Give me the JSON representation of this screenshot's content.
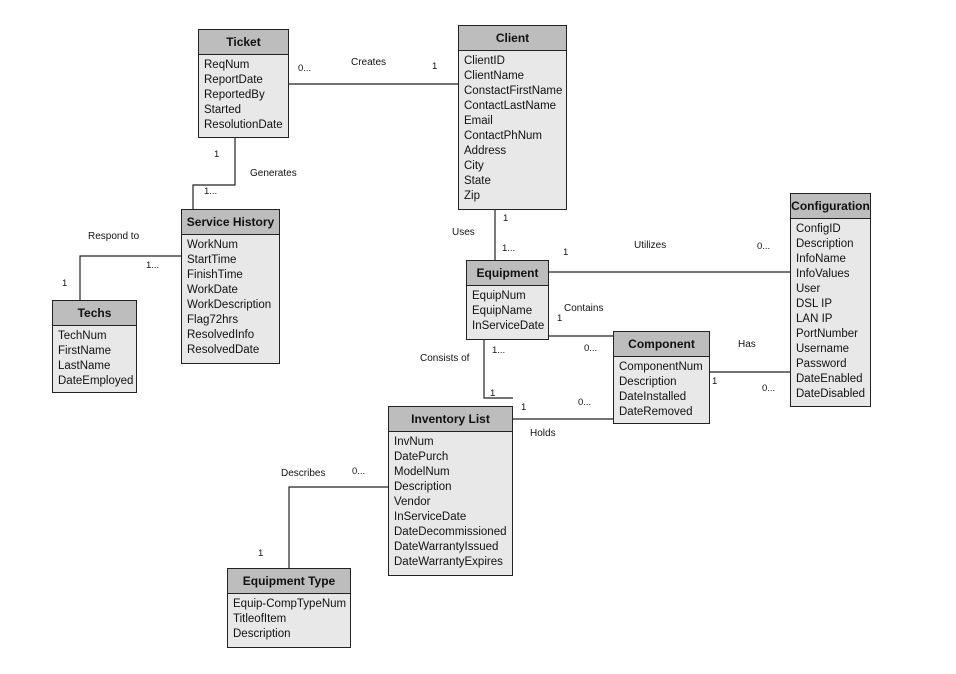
{
  "entities": {
    "ticket": {
      "title": "Ticket",
      "attrs": [
        "ReqNum",
        "ReportDate",
        "ReportedBy",
        "Started",
        "ResolutionDate"
      ]
    },
    "client": {
      "title": "Client",
      "attrs": [
        "ClientID",
        "ClientName",
        "ConstactFirstName",
        "ContactLastName",
        "Email",
        "ContactPhNum",
        "Address",
        "City",
        "State",
        "Zip"
      ]
    },
    "service_history": {
      "title": "Service History",
      "attrs": [
        "WorkNum",
        "StartTime",
        "FinishTime",
        "WorkDate",
        "WorkDescription",
        "Flag72hrs",
        "ResolvedInfo",
        "ResolvedDate"
      ]
    },
    "techs": {
      "title": "Techs",
      "attrs": [
        "TechNum",
        "FirstName",
        "LastName",
        "DateEmployed"
      ]
    },
    "equipment": {
      "title": "Equipment",
      "attrs": [
        "EquipNum",
        "EquipName",
        "InServiceDate"
      ]
    },
    "configuration": {
      "title": "Configuration",
      "attrs": [
        "ConfigID",
        "Description",
        "InfoName",
        "InfoValues",
        "User",
        "DSL IP",
        "LAN IP",
        "PortNumber",
        "Username",
        "Password",
        "DateEnabled",
        "DateDisabled"
      ]
    },
    "component": {
      "title": "Component",
      "attrs": [
        "ComponentNum",
        "Description",
        "DateInstalled",
        "DateRemoved"
      ]
    },
    "inventory_list": {
      "title": "Inventory List",
      "attrs": [
        "InvNum",
        "DatePurch",
        "ModelNum",
        "Description",
        "Vendor",
        "InServiceDate",
        "DateDecommissioned",
        "DateWarrantyIssued",
        "DateWarrantyExpires"
      ]
    },
    "equipment_type": {
      "title": "Equipment Type",
      "attrs": [
        "Equip-CompTypeNum",
        "TitleofItem",
        "Description"
      ]
    }
  },
  "relationships": {
    "creates": {
      "label": "Creates",
      "from_card": "0...",
      "to_card": "1"
    },
    "generates": {
      "label": "Generates",
      "from_card": "1",
      "to_card": "1..."
    },
    "respond_to": {
      "label": "Respond to",
      "from_card": "1",
      "to_card": "1..."
    },
    "uses": {
      "label": "Uses",
      "from_card": "1",
      "to_card": "1..."
    },
    "utilizes": {
      "label": "Utilizes",
      "from_card": "1",
      "to_card": "0..."
    },
    "contains": {
      "label": "Contains",
      "from_card": "1",
      "to_card": "0..."
    },
    "has": {
      "label": "Has",
      "from_card": "1",
      "to_card": "0..."
    },
    "consists_of": {
      "label": "Consists of",
      "from_card": "1...",
      "to_card": "1"
    },
    "holds": {
      "label": "Holds",
      "from_card": "1",
      "to_card": "0..."
    },
    "describes": {
      "label": "Describes",
      "from_card": "0...",
      "to_card": "1"
    }
  }
}
